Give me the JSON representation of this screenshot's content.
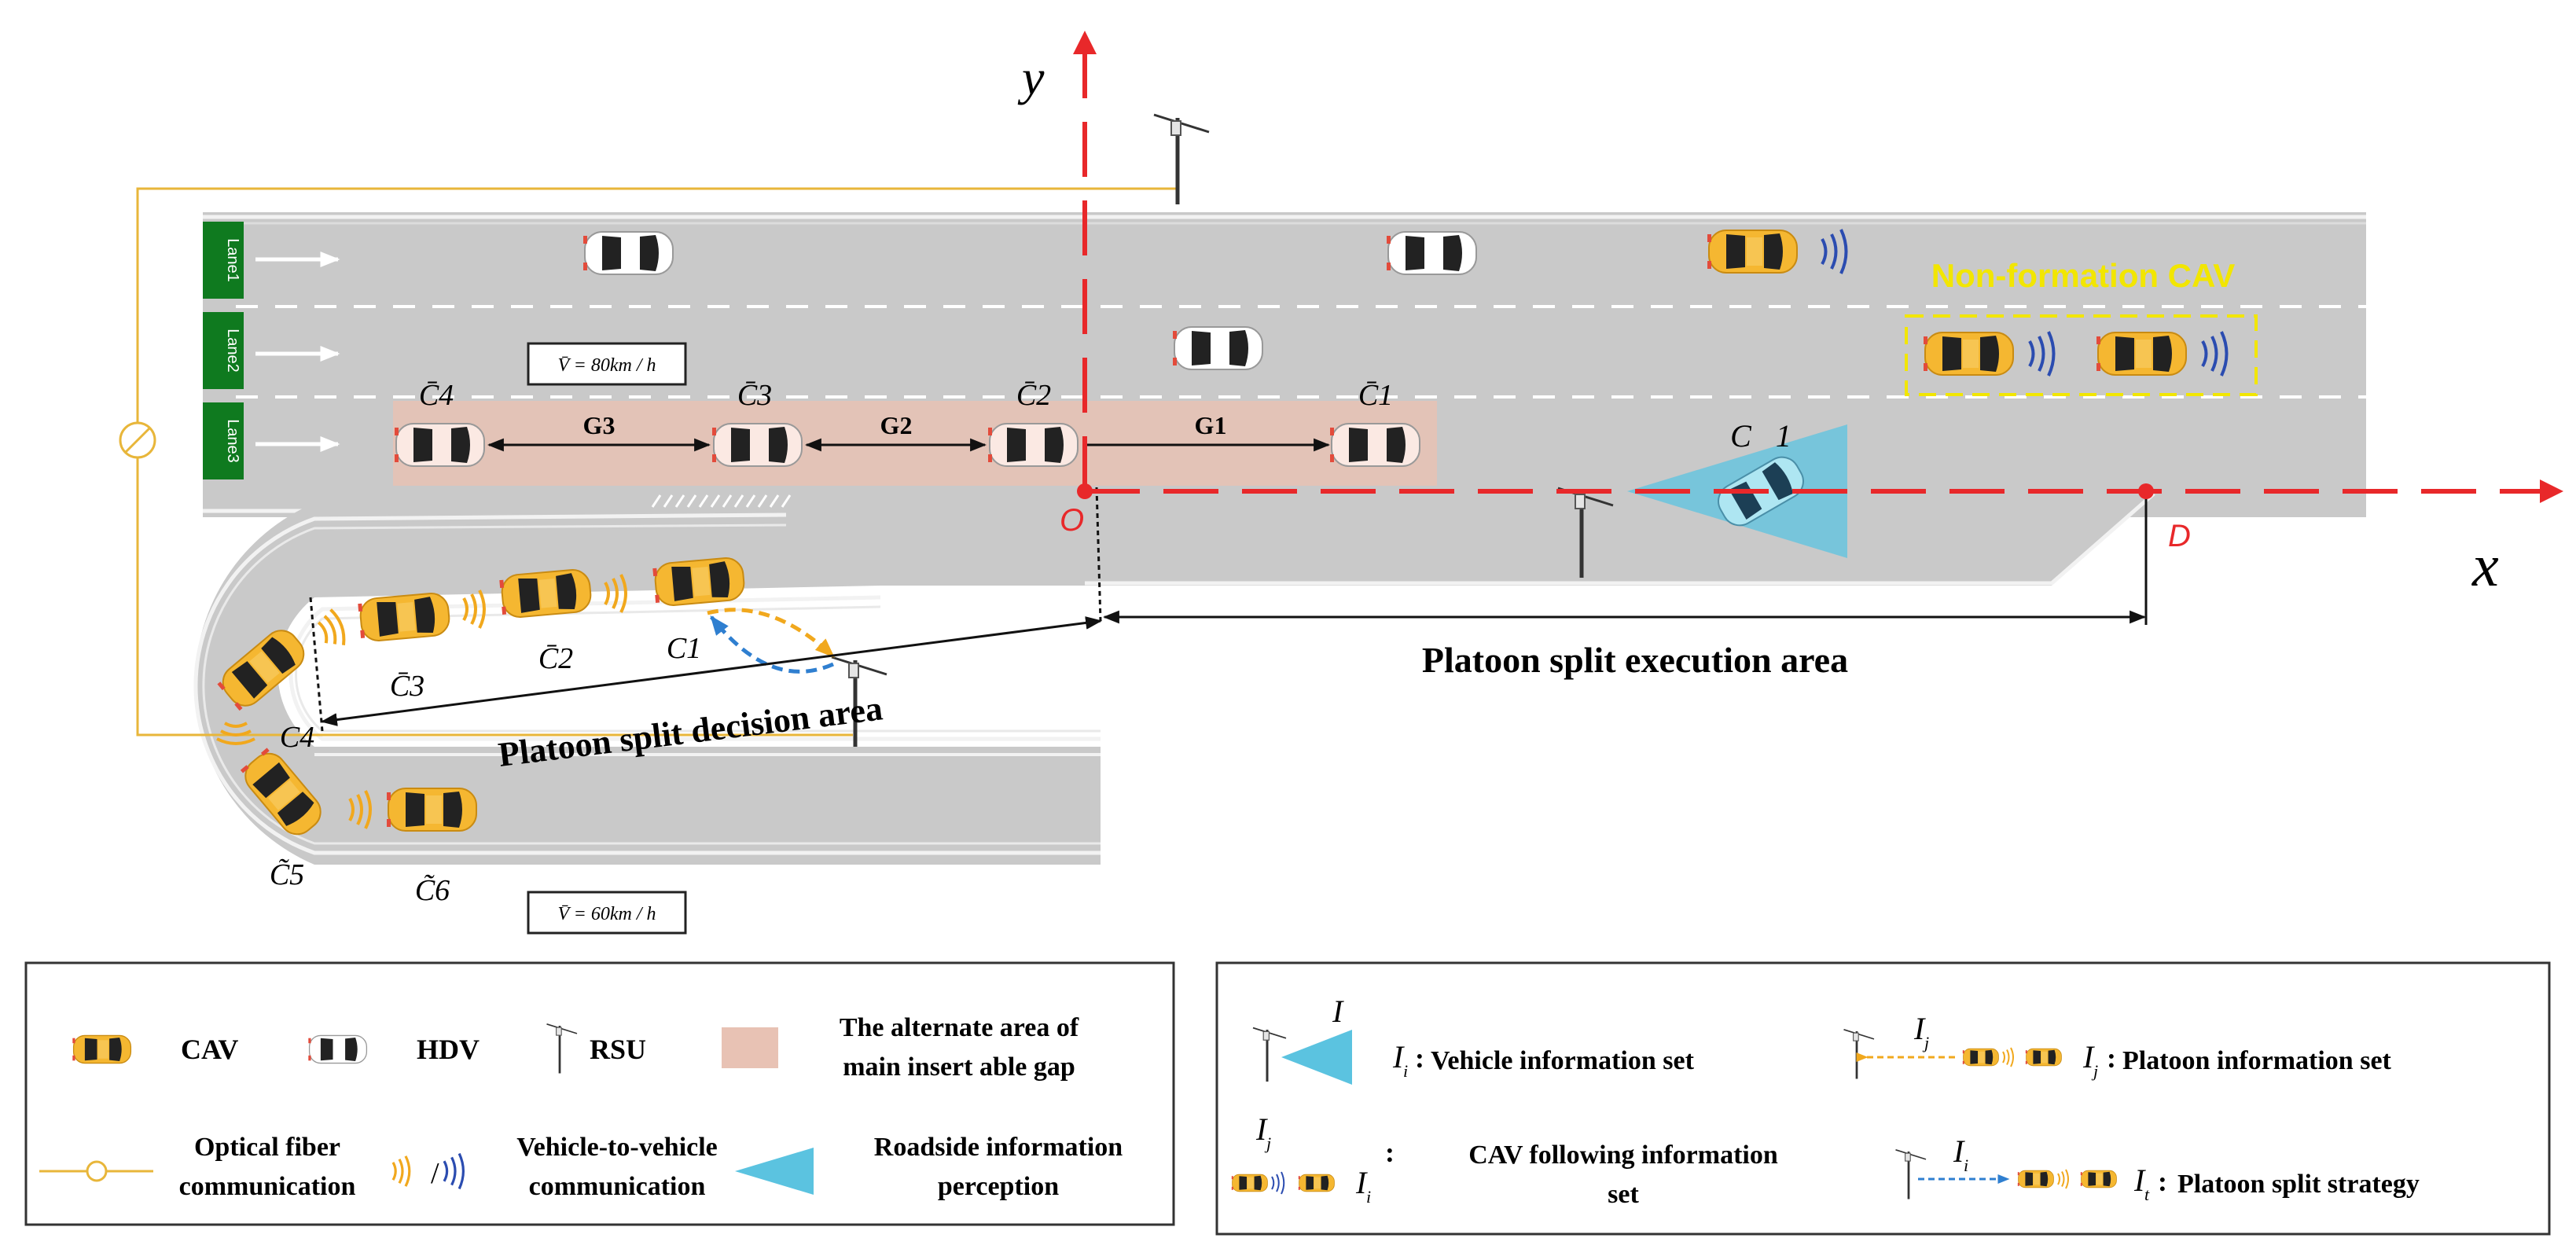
{
  "axes": {
    "x_label": "x",
    "y_label": "y",
    "origin_label": "O",
    "end_point_label": "D"
  },
  "lanes": [
    "Lane1",
    "Lane2",
    "Lane3"
  ],
  "speeds": {
    "main": "V̄ = 80km / h",
    "ramp": "V̄ = 60km / h"
  },
  "platoon_main": {
    "vehicles": [
      "C̄4",
      "C̄3",
      "C̄2",
      "C̄1"
    ],
    "gaps": [
      "G3",
      "G2",
      "G1"
    ]
  },
  "platoon_ramp": {
    "vehicles": [
      "C̄3",
      "C̄2",
      "C1",
      "C4",
      "C̃5",
      "C̃6"
    ]
  },
  "moved_vehicle": "C⃗1",
  "labels": {
    "non_formation": "Non-formation CAV",
    "split_execution": "Platoon split execution area",
    "split_decision": "Platoon split decision area"
  },
  "legend_left": {
    "cav": "CAV",
    "hdv": "HDV",
    "rsu": "RSU",
    "alternate_area": [
      "The alternate area of",
      "main insert able gap"
    ],
    "optical": [
      "Optical fiber",
      "communication"
    ],
    "v2v": [
      "Vehicle-to-vehicle",
      "communication"
    ],
    "roadside": [
      "Roadside information",
      "perception"
    ]
  },
  "legend_right": {
    "vehicle_set": "Vehicle information set",
    "platoon_set": "Platoon information set",
    "cav_following": [
      "CAV following information",
      "set"
    ],
    "split_strategy": "Platoon split strategy",
    "sym_vehicle": "I",
    "sym_platoon": "I",
    "sym_following": "I",
    "sym_split": "I",
    "sub_i": "i",
    "sub_j": "j",
    "sub_t": "t"
  },
  "colors": {
    "road": "#cbcbcb",
    "cav": "#f5b731",
    "hdv": "#ffffff",
    "gap_area": "#e8c2b4",
    "axis": "#e8282a",
    "lane_sign": "#0f7a1f",
    "fiber": "#e8b63a",
    "non_formation": "#f2e600",
    "perception": "#5bc3e0",
    "v2v_orange": "#f1a81d",
    "v2v_blue": "#2b4cb0"
  }
}
